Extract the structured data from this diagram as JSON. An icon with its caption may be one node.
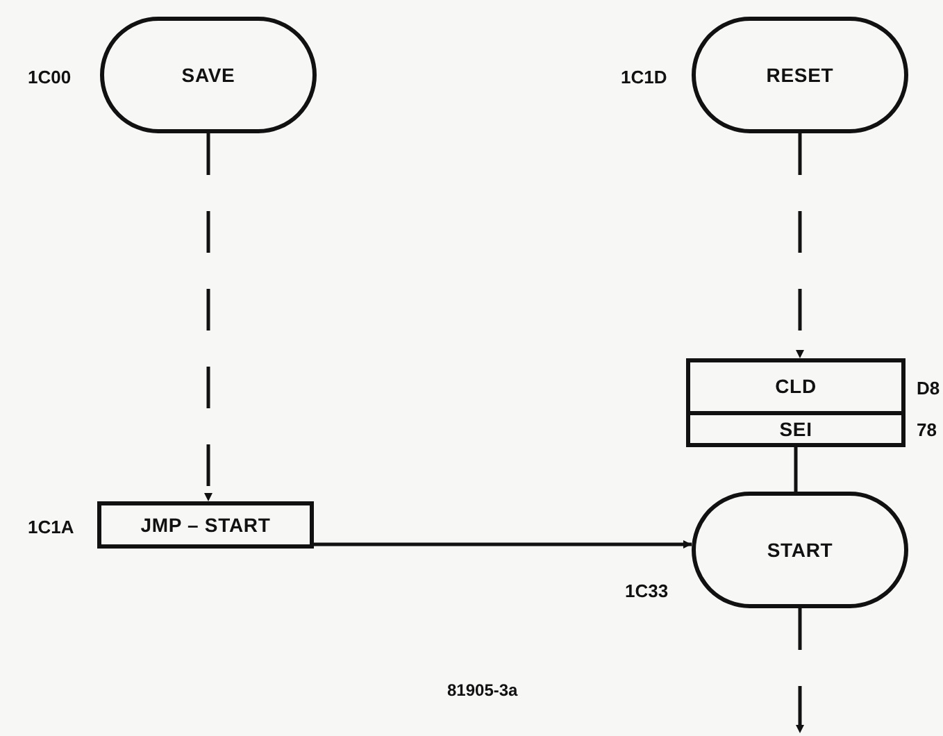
{
  "diagram": {
    "nodes": [
      {
        "text": [
          "SAVE"
        ],
        "beside": [
          "1C00"
        ]
      },
      {
        "text": [
          "RESET"
        ],
        "beside": [
          "1C1D"
        ]
      },
      {
        "text": [
          "CLD"
        ],
        "beside": [
          "D8"
        ]
      },
      {
        "text": [
          "SEI"
        ],
        "beside": [
          "78"
        ]
      },
      {
        "text": [
          "JMP – START"
        ],
        "beside": [
          "1C1A"
        ]
      },
      {
        "text": [
          "START"
        ],
        "beside": [
          "1C33"
        ]
      }
    ],
    "edges": [
      {
        "from": 0,
        "to": 4,
        "arrow": "to",
        "style": "dashed"
      },
      {
        "from": 1,
        "to": 2,
        "arrow": "to",
        "style": "dashed"
      },
      {
        "from": 3,
        "to": 5,
        "arrow": "none"
      },
      {
        "from": 4,
        "to": 5,
        "arrow": "to"
      },
      {
        "from": 5,
        "to": null,
        "arrow": "to",
        "style": "dashed"
      }
    ],
    "labels": [
      "81905-3a"
    ]
  }
}
